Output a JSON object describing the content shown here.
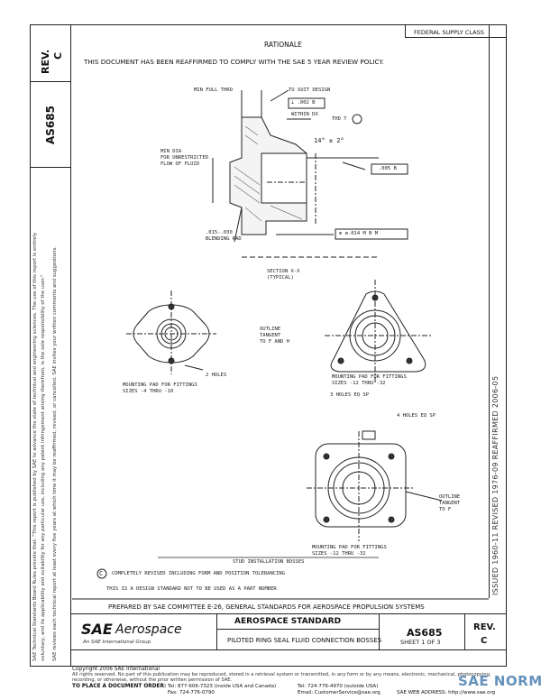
{
  "header": {
    "rationale": "RATIONALE",
    "federal_supply_class": "FEDERAL SUPPLY CLASS",
    "reaffirm_notice": "THIS DOCUMENT HAS BEEN REAFFIRMED TO COMPLY WITH THE SAE 5 YEAR REVIEW POLICY."
  },
  "left_strip": {
    "rev_label": "REV.",
    "rev_value": "C",
    "doc_number": "AS685",
    "disclaimer_1": "SAE Technical Standards Board Rules provide that: \"This report is published by SAE to advance the state of technical and engineering sciences. The use of this report is entirely",
    "disclaimer_2": "voluntary, and its applicability and suitability for any particular use, including any patent infringement arising therefrom, is the sole responsibility of the user.\"",
    "disclaimer_3": "SAE reviews each technical report at least every five years at which time it may be reaffirmed, revised, or cancelled. SAE invites your written comments and suggestions."
  },
  "right_strip": {
    "dates": "ISSUED 1960-11    REVISED 1976-09    REAFFIRMED 2006-05"
  },
  "drawing": {
    "labels": {
      "min_full_thread": "MIN FULL THRD",
      "to_suit_design": "TO SUIT DESIGN",
      "tol_002": "⊥ .002 B",
      "within_dx": "WITHIN DX",
      "thd_t": "THD T",
      "angle": "14° ± 2°",
      "min_dia": "MIN DIA",
      "for_unrestricted": "FOR UNRESTRICTED",
      "flow_of_fluid": "FLOW OF FLUID",
      "tol_005": ".005 B",
      "blending_rad": ".015-.030",
      "blending_rad2": "BLENDING RAD",
      "pos_tol": "⊕ ø.014 M B M",
      "section": "SECTION X-X",
      "typical": "(TYPICAL)",
      "outline_tangent": "OUTLINE",
      "tangent_l2": "TANGENT",
      "to_f_and_h": "TO F AND H",
      "two_holes": "2 HOLES",
      "pad_small_1": "MOUNTING PAD FOR FITTINGS",
      "pad_small_2": "SIZES -4 THRU -10",
      "pad_med_1": "MOUNTING PAD FOR FITTINGS",
      "pad_med_2": "SIZES -12 THRU -32",
      "three_holes": "3 HOLES EQ SP",
      "four_holes": "4 HOLES EQ SP",
      "outline_tangent_r": "OUTLINE",
      "tangent_r2": "TANGENT",
      "to_f": "TO F",
      "pad_large_1": "MOUNTING PAD FOR FITTINGS",
      "pad_large_2": "SIZES -12 THRU -32",
      "std_install": "STUD INSTALLATION BOSSES",
      "note_c": "COMPLETELY REVISED INCLUDING FORM AND POSITION TOLERANCING",
      "note_design": "THIS IS A DESIGN STANDARD NOT TO BE USED AS A PART NUMBER",
      "letter_c": "C"
    }
  },
  "committee": "PREPARED BY SAE COMMITTEE E-26, GENERAL STANDARDS FOR AEROSPACE PROPULSION SYSTEMS",
  "title_block": {
    "logo_sae": "SAE",
    "logo_aerospace": "Aerospace",
    "logo_tagline": "An SAE International Group",
    "standard_type": "AEROSPACE STANDARD",
    "title": "PILOTED RING SEAL FLUID CONNECTION BOSSES",
    "doc_number": "AS685",
    "sheet": "SHEET 1 OF 3",
    "rev_label": "REV.",
    "rev_value": "C"
  },
  "footer": {
    "copyright": "Copyright 2006 SAE International",
    "rights": "All rights reserved. No part of this publication may be reproduced, stored in a retrieval system or transmitted, in any form or by any means, electronic, mechanical, photocopying,",
    "rights2": "recording, or otherwise, without the prior written permission of SAE.",
    "order_label": "TO PLACE A DOCUMENT ORDER:",
    "tel1": "Tel:  877-606-7323 (inside USA and Canada)",
    "tel2": "Tel:  724-776-4970 (outside USA)",
    "fax": "Fax:  724-776-0790",
    "email": "Email:  CustomerService@sae.org",
    "web": "SAE WEB ADDRESS: http://www.sae.org"
  },
  "watermark": "SAE NORM"
}
